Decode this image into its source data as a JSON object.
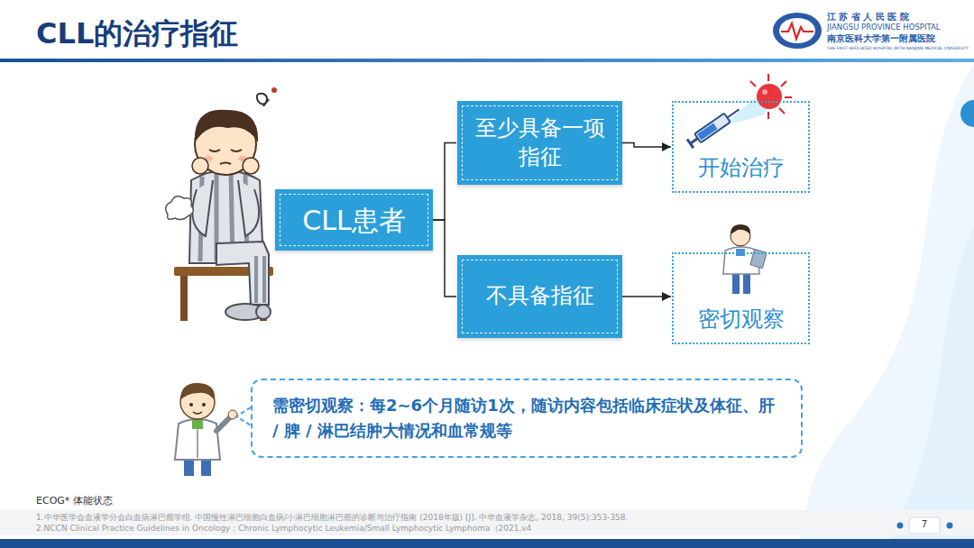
{
  "diagram": {
    "title": "CLL的治疗指征",
    "nodes": [
      {
        "text": [
          "CLL患者"
        ]
      },
      {
        "text": [
          "至少具备一项指征"
        ]
      },
      {
        "text": [
          "开始治疗"
        ]
      },
      {
        "text": [
          "不具备指征"
        ]
      },
      {
        "text": [
          "密切观察"
        ]
      },
      {
        "text": [
          "需密切观察：每2~6个月随访1次，随访内容包括临床症状及体征、肝 / 脾 / 淋巴结肿大情况和血常规等"
        ]
      }
    ],
    "edges": [
      {
        "from": 0,
        "to": 1,
        "arrow": "none"
      },
      {
        "from": 0,
        "to": 3,
        "arrow": "none"
      },
      {
        "from": 1,
        "to": 2,
        "arrow": "to"
      },
      {
        "from": 3,
        "to": 4,
        "arrow": "to"
      }
    ],
    "labels": [
      "江 苏 省 人 民 医 院",
      "JIANGSU PROVINCE HOSPITAL",
      "南京医科大学第一附属医院",
      "THE FIRST AFFILIATED HOSPITAL WITH NANJING MEDICAL UNIVERSITY",
      "ECOG* 体能状态",
      "1.中华医学会血液学分会白血病淋巴瘤学组. 中国慢性淋巴细胞白血病/小淋巴细胞淋巴瘤的诊断与治疗指南 (2018年版) [J]. 中华血液学杂志, 2018, 39(5):353-358.",
      "2.NCCN Clinical Practice Guidelines in Oncology：Chronic Lymphocytic Leukemia/Small Lymphocytic Lymphoma（2021.v4",
      "7"
    ]
  }
}
